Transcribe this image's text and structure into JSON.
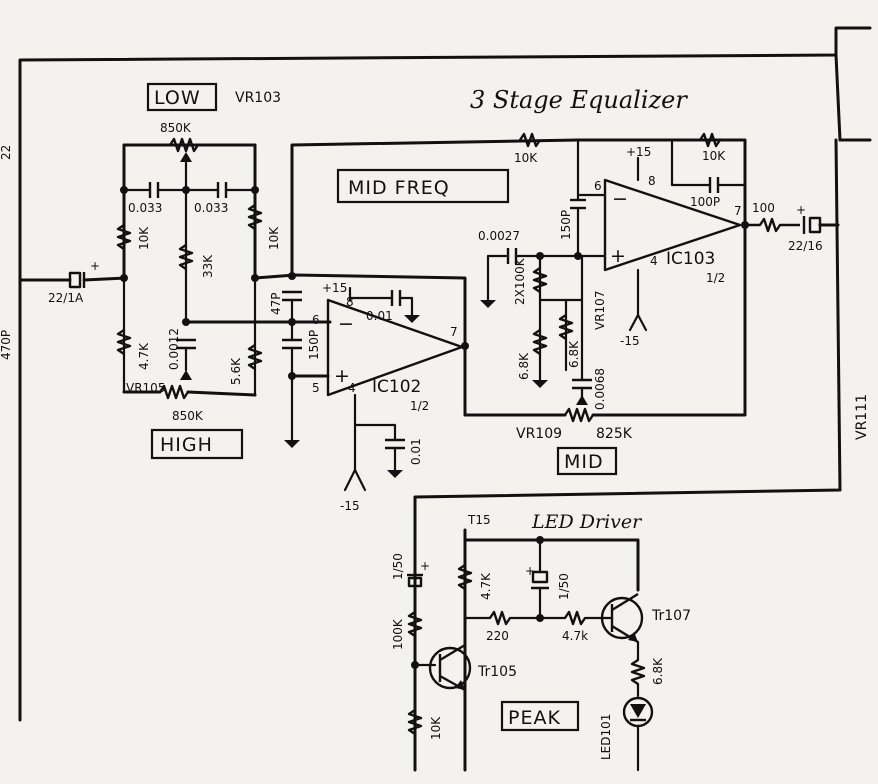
{
  "title": "3 Stage Equalizer",
  "led_title": "LED Driver",
  "controls": {
    "low": "LOW",
    "high": "HIGH",
    "mid_freq": "MID FREQ",
    "mid": "MID",
    "peak": "PEAK"
  },
  "pots": {
    "vr103": "VR103",
    "vr103_value": "850K",
    "vr105": "VR105",
    "vr105_value": "850K",
    "vr107": "VR107",
    "vr109": "VR109",
    "vr109_value": "825K",
    "vr111": "VR111"
  },
  "ics": {
    "ic102": "IC102",
    "ic102_section": "1/2",
    "ic103": "IC103",
    "ic103_section": "1/2"
  },
  "pins": {
    "ic102_inv": "6",
    "ic102_noninv": "5",
    "ic102_out": "7",
    "ic102_vplus": "8",
    "ic102_vminus": "4",
    "ic103_inv": "6",
    "ic103_vplus": "8",
    "ic103_out": "7",
    "ic103_vminus": "4"
  },
  "components": {
    "c_left": "470P",
    "c_input": "22/1A",
    "c_tone_a": "0.033",
    "c_tone_b": "0.033",
    "c_tone_low": "0.0012",
    "r_10k_a": "10K",
    "r_33k": "33K",
    "r_10k_b": "10K",
    "r_47k": "4.7K",
    "r_56k": "5.6K",
    "c_47p": "47P",
    "c_150p_a": "150P",
    "c_001_a": "0.01",
    "c_001_b": "0.01",
    "c_00027": "0.0027",
    "r_2x100k": "2X100K",
    "r_68k_a": "6.8K",
    "r_68k_b": "6.8K",
    "c_00068": "0.0068",
    "c_150p_b": "150P",
    "r_10k_top": "10K",
    "r_10k_fb": "10K",
    "c_100p": "100P",
    "r_100": "100",
    "c_out": "22/16",
    "c_led": "1/50",
    "c_led2": "1/50",
    "r_47k_led": "4.7K",
    "r_220": "220",
    "r_47k_b": "4.7k",
    "r_100k": "100K",
    "r_10k_led": "10K",
    "r_68k_led": "6.8K"
  },
  "supplies": {
    "pos15_a": "+15",
    "pos15_b": "+15",
    "pos15_c": "T15",
    "neg15_a": "-15",
    "neg15_b": "-15"
  },
  "transistors": {
    "tr105": "Tr105",
    "tr107": "Tr107",
    "led101": "LED101"
  },
  "margin_mark": "22"
}
